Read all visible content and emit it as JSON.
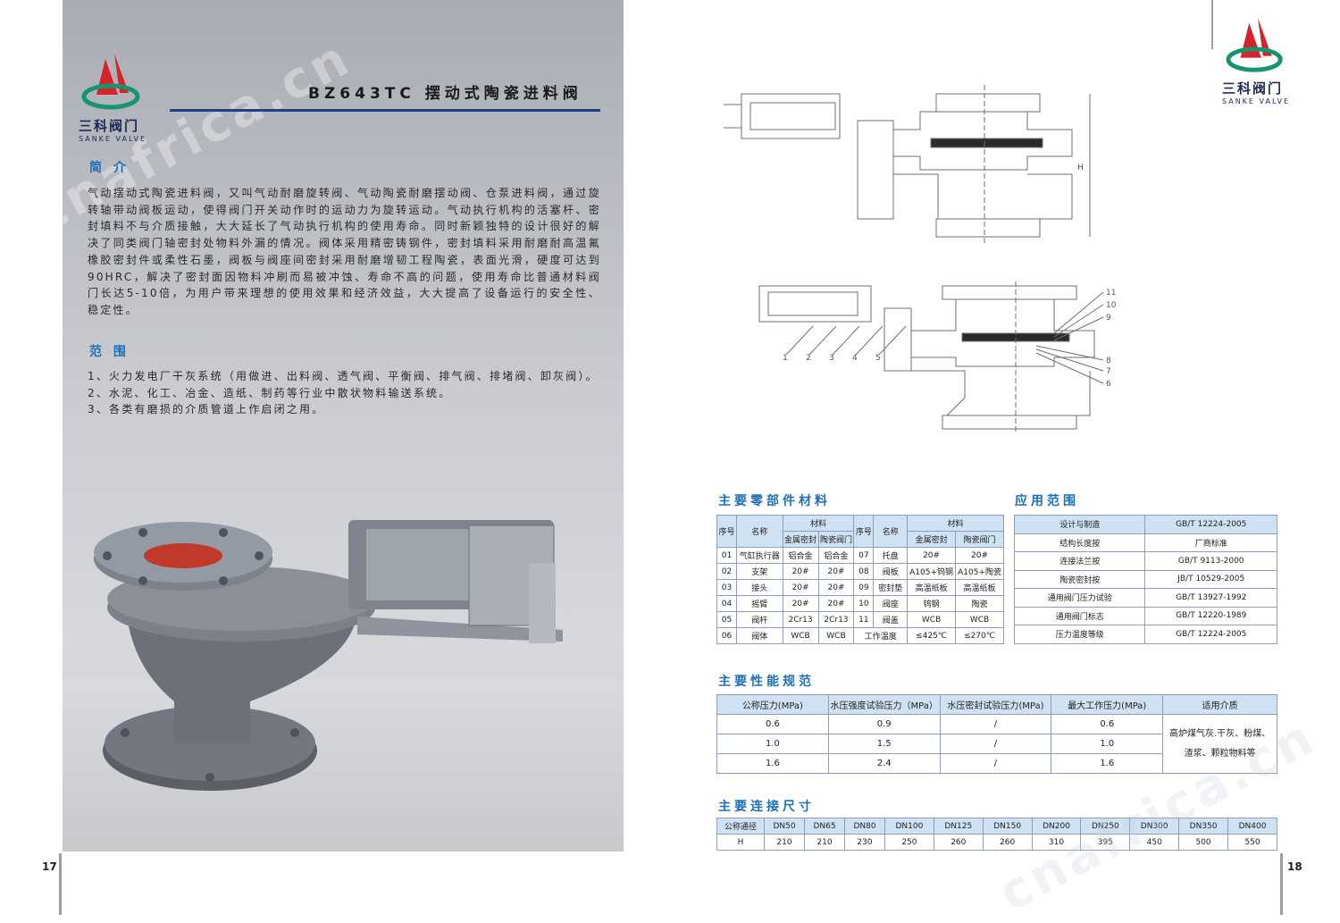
{
  "brand": {
    "name": "三科阀门",
    "sub": "SANKE VALVE"
  },
  "watermark": "cnafrica.cn",
  "left": {
    "title": "BZ643TC 摆动式陶瓷进料阀",
    "intro_heading": "简 介",
    "intro_text": "气动摆动式陶瓷进料阀，又叫气动耐磨旋转阀、气动陶瓷耐磨摆动阀、仓泵进料阀，通过旋转轴带动阀板运动，使得阀门开关动作时的运动力为旋转运动。气动执行机构的活塞杆、密封填料不与介质接触，大大延长了气动执行机构的使用寿命。同时新颖独特的设计很好的解决了同类阀门轴密封处物料外漏的情况。阀体采用精密铸钢件，密封填料采用耐磨耐高温氟橡胶密封件或柔性石墨，阀板与阀座间密封采用耐磨增韧工程陶瓷，表面光滑，硬度可达到90HRC，解决了密封面因物料冲刷而易被冲蚀、寿命不高的问题，使用寿命比普通材料阀门长达5-10倍，为用户带来理想的使用效果和经济效益，大大提高了设备运行的安全性、稳定性。",
    "scope_heading": "范 围",
    "scope_items": [
      "1、火力发电厂干灰系统（用做进、出料阀、透气阀、平衡阀、排气阀、排堵阀、卸灰阀）。",
      "2、水泥、化工、冶金、造纸、制药等行业中散状物料输送系统。",
      "3、各类有磨损的介质管道上作启闭之用。"
    ],
    "page_number": "17"
  },
  "right": {
    "page_number": "18",
    "drawing_label_H": "H",
    "callouts_left": [
      "1",
      "2",
      "3",
      "4",
      "5"
    ],
    "callouts_right": [
      "11",
      "10",
      "9",
      "8",
      "7",
      "6"
    ],
    "parts_heading": "主要零部件材料",
    "parts_table": {
      "header": {
        "no": "序号",
        "name": "名称",
        "material": "材料",
        "metal_seal": "金属密封",
        "ceramic_valve": "陶瓷阀门"
      },
      "rows": [
        [
          "01",
          "气缸执行器",
          "铝合金",
          "铝合金",
          "07",
          "托盘",
          "20#",
          "20#"
        ],
        [
          "02",
          "支架",
          "20#",
          "20#",
          "08",
          "阀板",
          "A105+钨钢",
          "A105+陶瓷"
        ],
        [
          "03",
          "接头",
          "20#",
          "20#",
          "09",
          "密封垫",
          "高温纸板",
          "高温纸板"
        ],
        [
          "04",
          "摇臂",
          "20#",
          "20#",
          "10",
          "阀座",
          "钨钢",
          "陶瓷"
        ],
        [
          "05",
          "阀杆",
          "2Cr13",
          "2Cr13",
          "11",
          "阀盖",
          "WCB",
          "WCB"
        ],
        [
          "06",
          "阀体",
          "WCB",
          "WCB",
          "工作温度",
          "",
          "≤425℃",
          "≤270℃"
        ]
      ]
    },
    "app_heading": "应用范围",
    "app_table": [
      [
        "设计与制造",
        "GB/T 12224-2005"
      ],
      [
        "结构长度按",
        "厂商标准"
      ],
      [
        "连接法兰按",
        "GB/T 9113-2000"
      ],
      [
        "陶瓷密封按",
        "JB/T 10529-2005"
      ],
      [
        "通用阀门压力试验",
        "GB/T 13927-1992"
      ],
      [
        "通用阀门标志",
        "GB/T 12220-1989"
      ],
      [
        "压力温度等级",
        "GB/T 12224-2005"
      ]
    ],
    "perf_heading": "主要性能规范",
    "perf_table": {
      "headers": [
        "公称压力(MPa)",
        "水压强度试验压力（MPa）",
        "水压密封试验压力(MPa)",
        "最大工作压力(MPa)",
        "适用介质"
      ],
      "rows": [
        [
          "0.6",
          "0.9",
          "/",
          "0.6"
        ],
        [
          "1.0",
          "1.5",
          "/",
          "1.0"
        ],
        [
          "1.6",
          "2.4",
          "/",
          "1.6"
        ]
      ],
      "medium": "高炉煤气灰.干灰、粉煤、渣浆、颗粒物料等"
    },
    "dim_heading": "主要连接尺寸",
    "dim_table": {
      "label_row": "公称通径",
      "label_h": "H",
      "dn": [
        "DN50",
        "DN65",
        "DN80",
        "DN100",
        "DN125",
        "DN150",
        "DN200",
        "DN250",
        "DN300",
        "DN350",
        "DN400"
      ],
      "h": [
        "210",
        "210",
        "230",
        "250",
        "260",
        "260",
        "310",
        "395",
        "450",
        "500",
        "550"
      ]
    }
  },
  "colors": {
    "accent_blue": "#1d6fb8",
    "title_bar": "#233e8b",
    "table_header": "#cfe2f3",
    "logo_red": "#d6232a",
    "logo_teal": "#16946f"
  }
}
